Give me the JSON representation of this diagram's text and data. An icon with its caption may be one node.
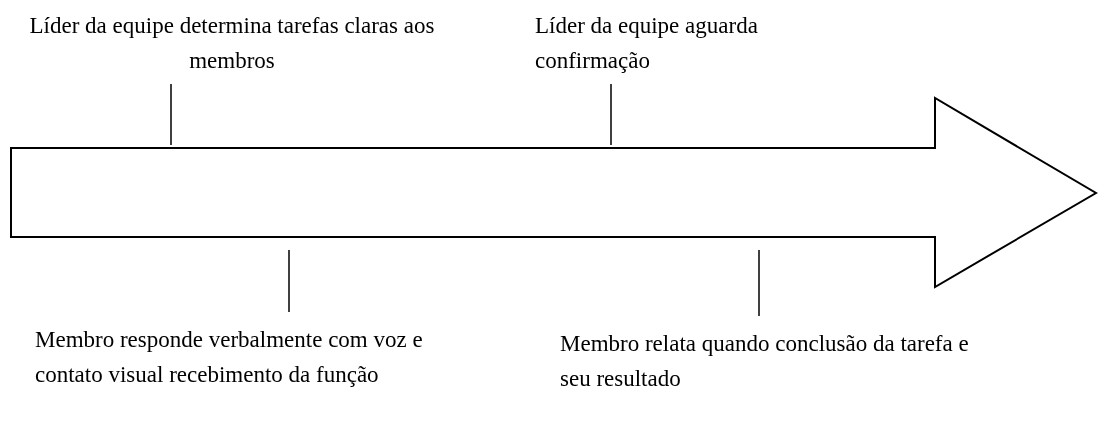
{
  "diagram": {
    "nodes": [
      {
        "text": [
          "Líder da equipe determina tarefas claras aos membros"
        ]
      },
      {
        "text": [
          "Líder da equipe aguarda confirmação"
        ]
      },
      {
        "text": [],
        "shape": "arrow"
      },
      {
        "text": [
          "Membro responde verbalmente com voz e contato visual recebimento da função"
        ]
      },
      {
        "text": [
          "Membro relata quando conclusão da tarefa e seu resultado"
        ]
      }
    ],
    "edges": [
      {
        "from": 0,
        "to": 2,
        "arrow": "none"
      },
      {
        "from": 1,
        "to": 2,
        "arrow": "none"
      },
      {
        "from": 3,
        "to": 2,
        "arrow": "none"
      },
      {
        "from": 4,
        "to": 2,
        "arrow": "none"
      }
    ]
  }
}
